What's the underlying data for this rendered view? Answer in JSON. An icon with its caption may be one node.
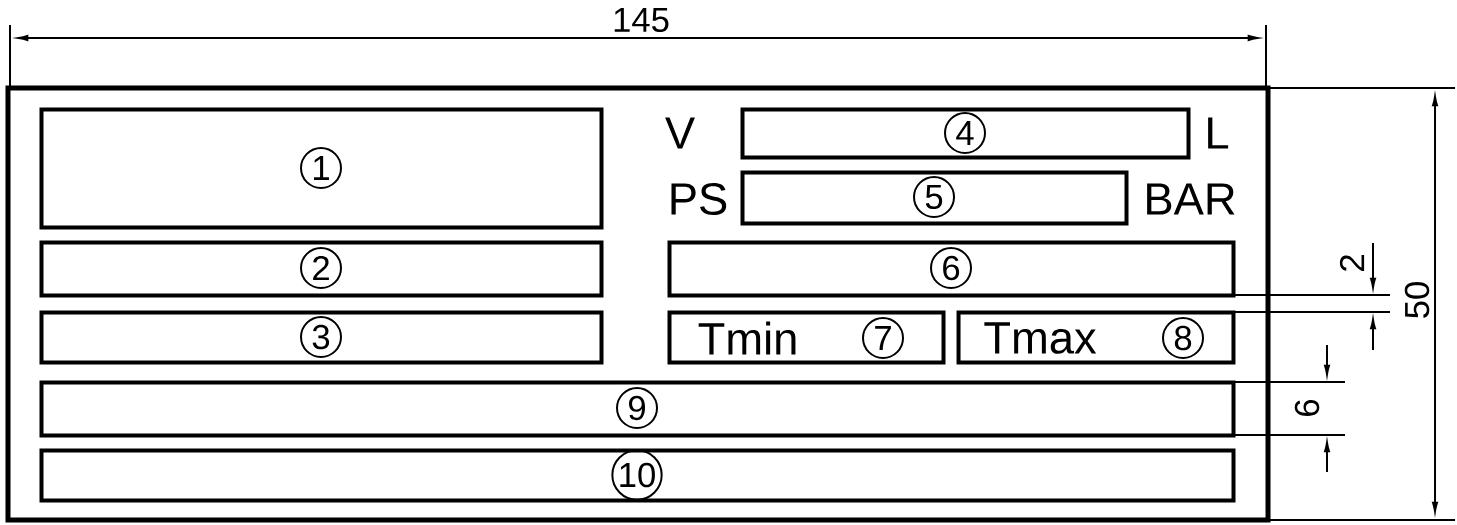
{
  "diagram": {
    "nodes": [
      {
        "text": [],
        "shape": "box"
      },
      {
        "text": [
          "1"
        ],
        "in": 0
      },
      {
        "text": [
          "2"
        ],
        "in": 0
      },
      {
        "text": [
          "3"
        ],
        "in": 0
      },
      {
        "text": [
          "4"
        ],
        "in": 0,
        "beside": [
          "V",
          "L"
        ]
      },
      {
        "text": [
          "5"
        ],
        "in": 0,
        "beside": [
          "PS",
          "BAR"
        ]
      },
      {
        "text": [
          "6"
        ],
        "in": 0
      },
      {
        "text": [
          "Tmin",
          "7"
        ],
        "in": 0
      },
      {
        "text": [
          "Tmax",
          "8"
        ],
        "in": 0
      },
      {
        "text": [
          "9"
        ],
        "in": 0
      },
      {
        "text": [
          "10"
        ],
        "in": 0
      }
    ],
    "labels": [
      "145",
      "50",
      "2",
      "6"
    ]
  }
}
